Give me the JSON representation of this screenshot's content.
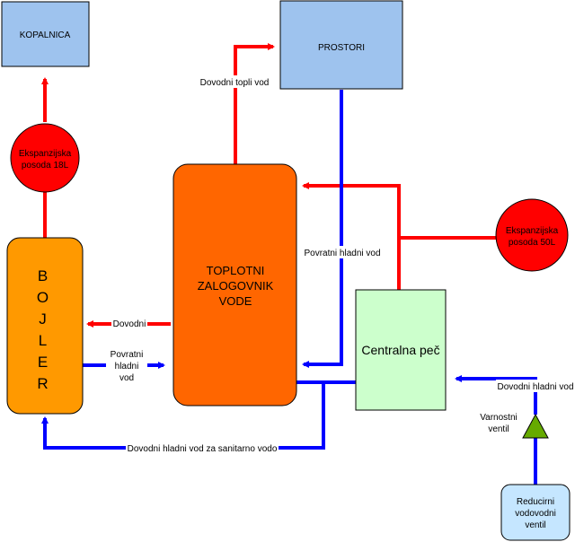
{
  "nodes": {
    "kopalnica": "KOPALNICA",
    "prostori": "PROSTORI",
    "exp18_line1": "Ekspanzijska",
    "exp18_line2": "posoda 18L",
    "exp50_line1": "Ekspanzijska",
    "exp50_line2": "posoda 50L",
    "bojler_letters": [
      "B",
      "O",
      "J",
      "L",
      "E",
      "R"
    ],
    "zalogovnik_line1": "TOPLOTNI",
    "zalogovnik_line2": "ZALOGOVNIK",
    "zalogovnik_line3": "VODE",
    "centralna_pec": "Centralna peč",
    "varnostni_line1": "Varnostni",
    "varnostni_line2": "ventil",
    "reducirni_line1": "Reducirni",
    "reducirni_line2": "vodovodni",
    "reducirni_line3": "ventil"
  },
  "labels": {
    "dovodni_topli_vod": "Dovodni topli vod",
    "povratni_hladni_vod": "Povratni hladni vod",
    "dovodni": "Dovodni",
    "povratni_line1": "Povratni",
    "povratni_line2": "hladni",
    "povratni_line3": "vod",
    "dovodni_hladni_sanitarno": "Dovodni hladni vod za sanitarno vodo",
    "dovodni_hladni_vod": "Dovodni hladni vod"
  },
  "colors": {
    "hot_pipe": "#ff0000",
    "cold_pipe": "#0000ff",
    "room_box": "#9ec3ee",
    "expansion_vessel": "#ff0000",
    "bojler": "#ff9900",
    "zalogovnik": "#ff6600",
    "pec": "#ccffcc",
    "valve": "#66aa00",
    "reducer": "#c5e6ff"
  }
}
